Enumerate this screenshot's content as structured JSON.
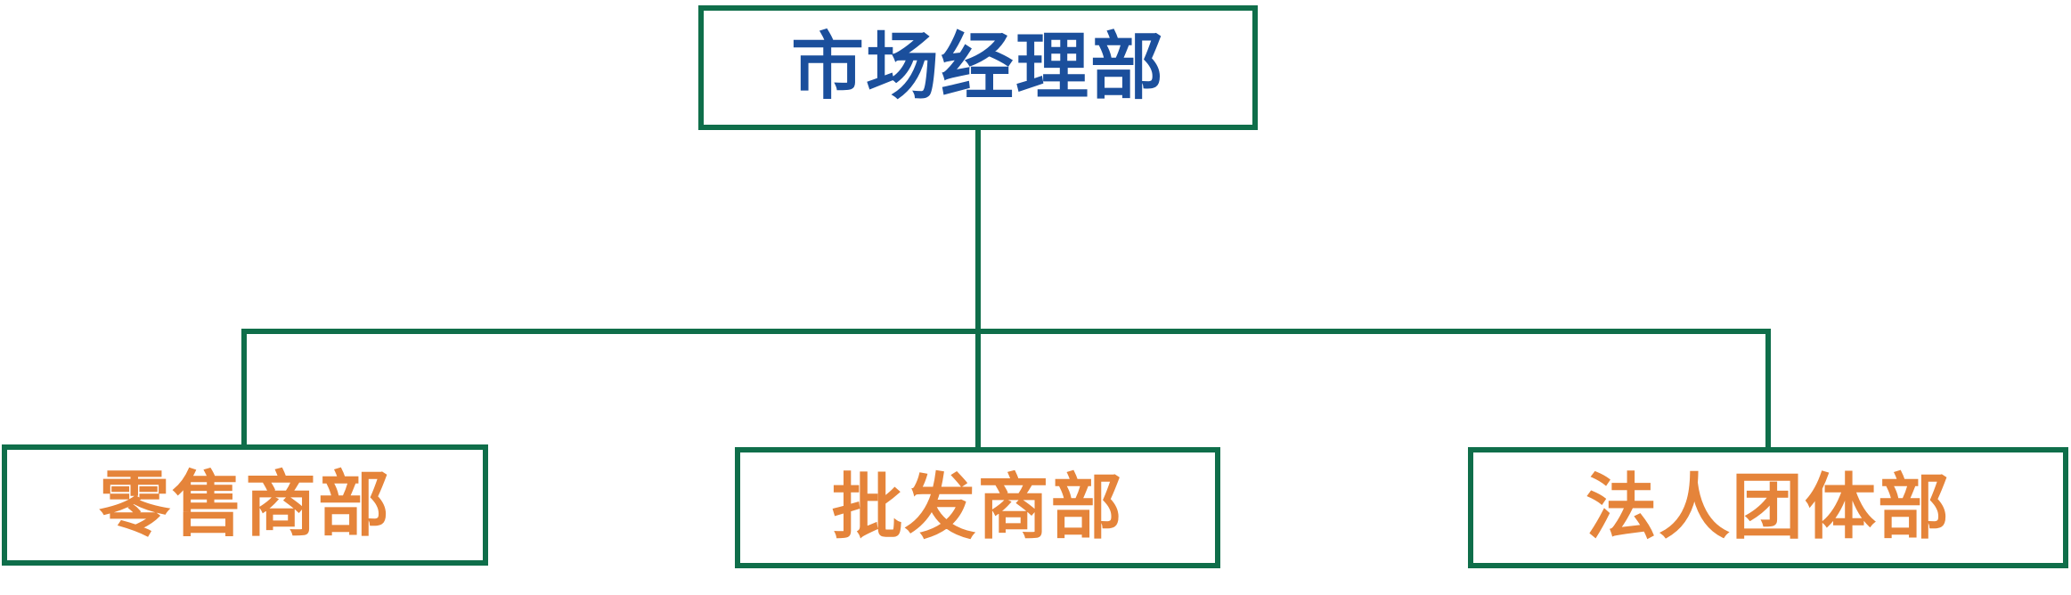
{
  "diagram": {
    "type": "org-chart",
    "root": {
      "label": "市场经理部"
    },
    "children": [
      {
        "label": "零售商部"
      },
      {
        "label": "批发商部"
      },
      {
        "label": "法人团体部"
      }
    ],
    "colors": {
      "border": "#0f6e4a",
      "root_text": "#1b4f9c",
      "child_text": "#e5843a",
      "background": "#ffffff"
    }
  }
}
